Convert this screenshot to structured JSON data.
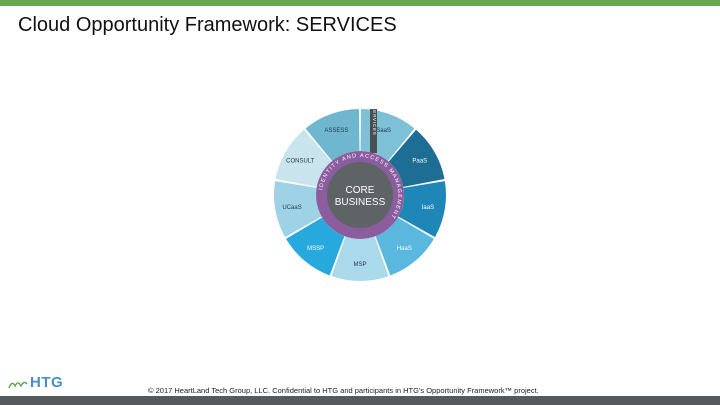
{
  "slide": {
    "title": "Cloud Opportunity Framework: SERVICES",
    "footer": "© 2017 HeartLand Tech Group, LLC. Confidential to HTG and participants in HTG's Opportunity Framework™ project."
  },
  "logo": {
    "text": "HTG",
    "brand_color": "#4a8ec8"
  },
  "diagram": {
    "outer_label": "SERVICES",
    "ring_text": "IDENTITY AND ACCESS MANAGEMENT",
    "core_lines": [
      "CORE",
      "BUSINESS"
    ],
    "ring_color": "#8b5c9e",
    "segments": [
      {
        "label": "SaaS",
        "color": "#7ec0d6",
        "text_color": "#1a3a4a"
      },
      {
        "label": "PaaS",
        "color": "#1e6d94",
        "text_color": "#ffffff"
      },
      {
        "label": "IaaS",
        "color": "#1f87b8",
        "text_color": "#ffffff"
      },
      {
        "label": "HaaS",
        "color": "#5ab8df",
        "text_color": "#ffffff"
      },
      {
        "label": "MSP",
        "color": "#a9d9ea",
        "text_color": "#1a3a4a"
      },
      {
        "label": "MSSP",
        "color": "#28a9de",
        "text_color": "#ffffff"
      },
      {
        "label": "UCaaS",
        "color": "#9fd2e6",
        "text_color": "#1a3a4a"
      },
      {
        "label": "CONSULT",
        "color": "#c9e4ec",
        "text_color": "#1a3a4a"
      },
      {
        "label": "ASSESS",
        "color": "#6fb7cf",
        "text_color": "#1a3a4a"
      }
    ]
  },
  "colors": {
    "top_bar": "#6aa84f",
    "bottom_bar": "#555a5c",
    "core_text": "#ffffff"
  }
}
